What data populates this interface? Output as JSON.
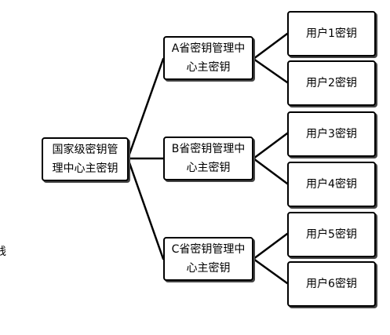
{
  "diagram": {
    "root": {
      "line1": "国家级密钥管",
      "line2": "理中心主密钥"
    },
    "provinces": [
      {
        "line1": "A省密钥管理中",
        "line2": "心主密钥"
      },
      {
        "line1": "B省密钥管理中",
        "line2": "心主密钥"
      },
      {
        "line1": "C省密钥管理中",
        "line2": "心主密钥"
      }
    ],
    "users": [
      {
        "label": "用户1密钥"
      },
      {
        "label": "用户2密钥"
      },
      {
        "label": "用户3密钥"
      },
      {
        "label": "用户4密钥"
      },
      {
        "label": "用户5密钥"
      },
      {
        "label": "用户6密钥"
      }
    ]
  },
  "stray_text": "钱"
}
